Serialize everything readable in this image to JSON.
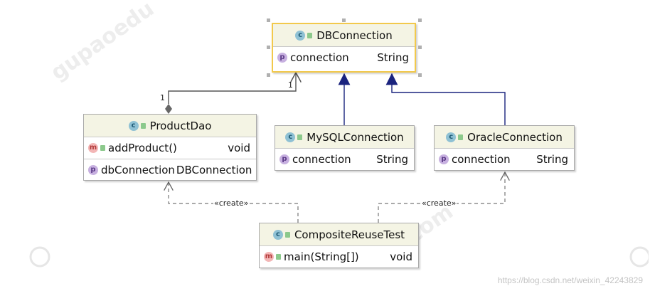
{
  "classes": {
    "db": {
      "name": "DBConnection",
      "fields": [
        {
          "name": "connection",
          "type": "String"
        }
      ]
    },
    "product_dao": {
      "name": "ProductDao",
      "methods": [
        {
          "name": "addProduct()",
          "type": "void"
        }
      ],
      "fields": [
        {
          "name": "dbConnection",
          "type": "DBConnection"
        }
      ]
    },
    "mysql": {
      "name": "MySQLConnection",
      "fields": [
        {
          "name": "connection",
          "type": "String"
        }
      ]
    },
    "oracle": {
      "name": "OracleConnection",
      "fields": [
        {
          "name": "connection",
          "type": "String"
        }
      ]
    },
    "test": {
      "name": "CompositeReuseTest",
      "methods": [
        {
          "name": "main(String[])",
          "type": "void"
        }
      ]
    }
  },
  "relations": {
    "aggregation_multiplicity_source": "1",
    "aggregation_multiplicity_target": "1",
    "create_label_left": "«create»",
    "create_label_right": "«create»"
  },
  "watermark_url": "https://blog.csdn.net/weixin_42243829",
  "colors": {
    "header_bg": "#f4f4e4",
    "selection_border": "#f2c94c",
    "inheritance_line": "#1a237e",
    "aggregation_line": "#555555",
    "dependency_line": "#777777"
  },
  "icons": [
    "class-icon",
    "property-icon",
    "method-icon",
    "lock-icon"
  ]
}
